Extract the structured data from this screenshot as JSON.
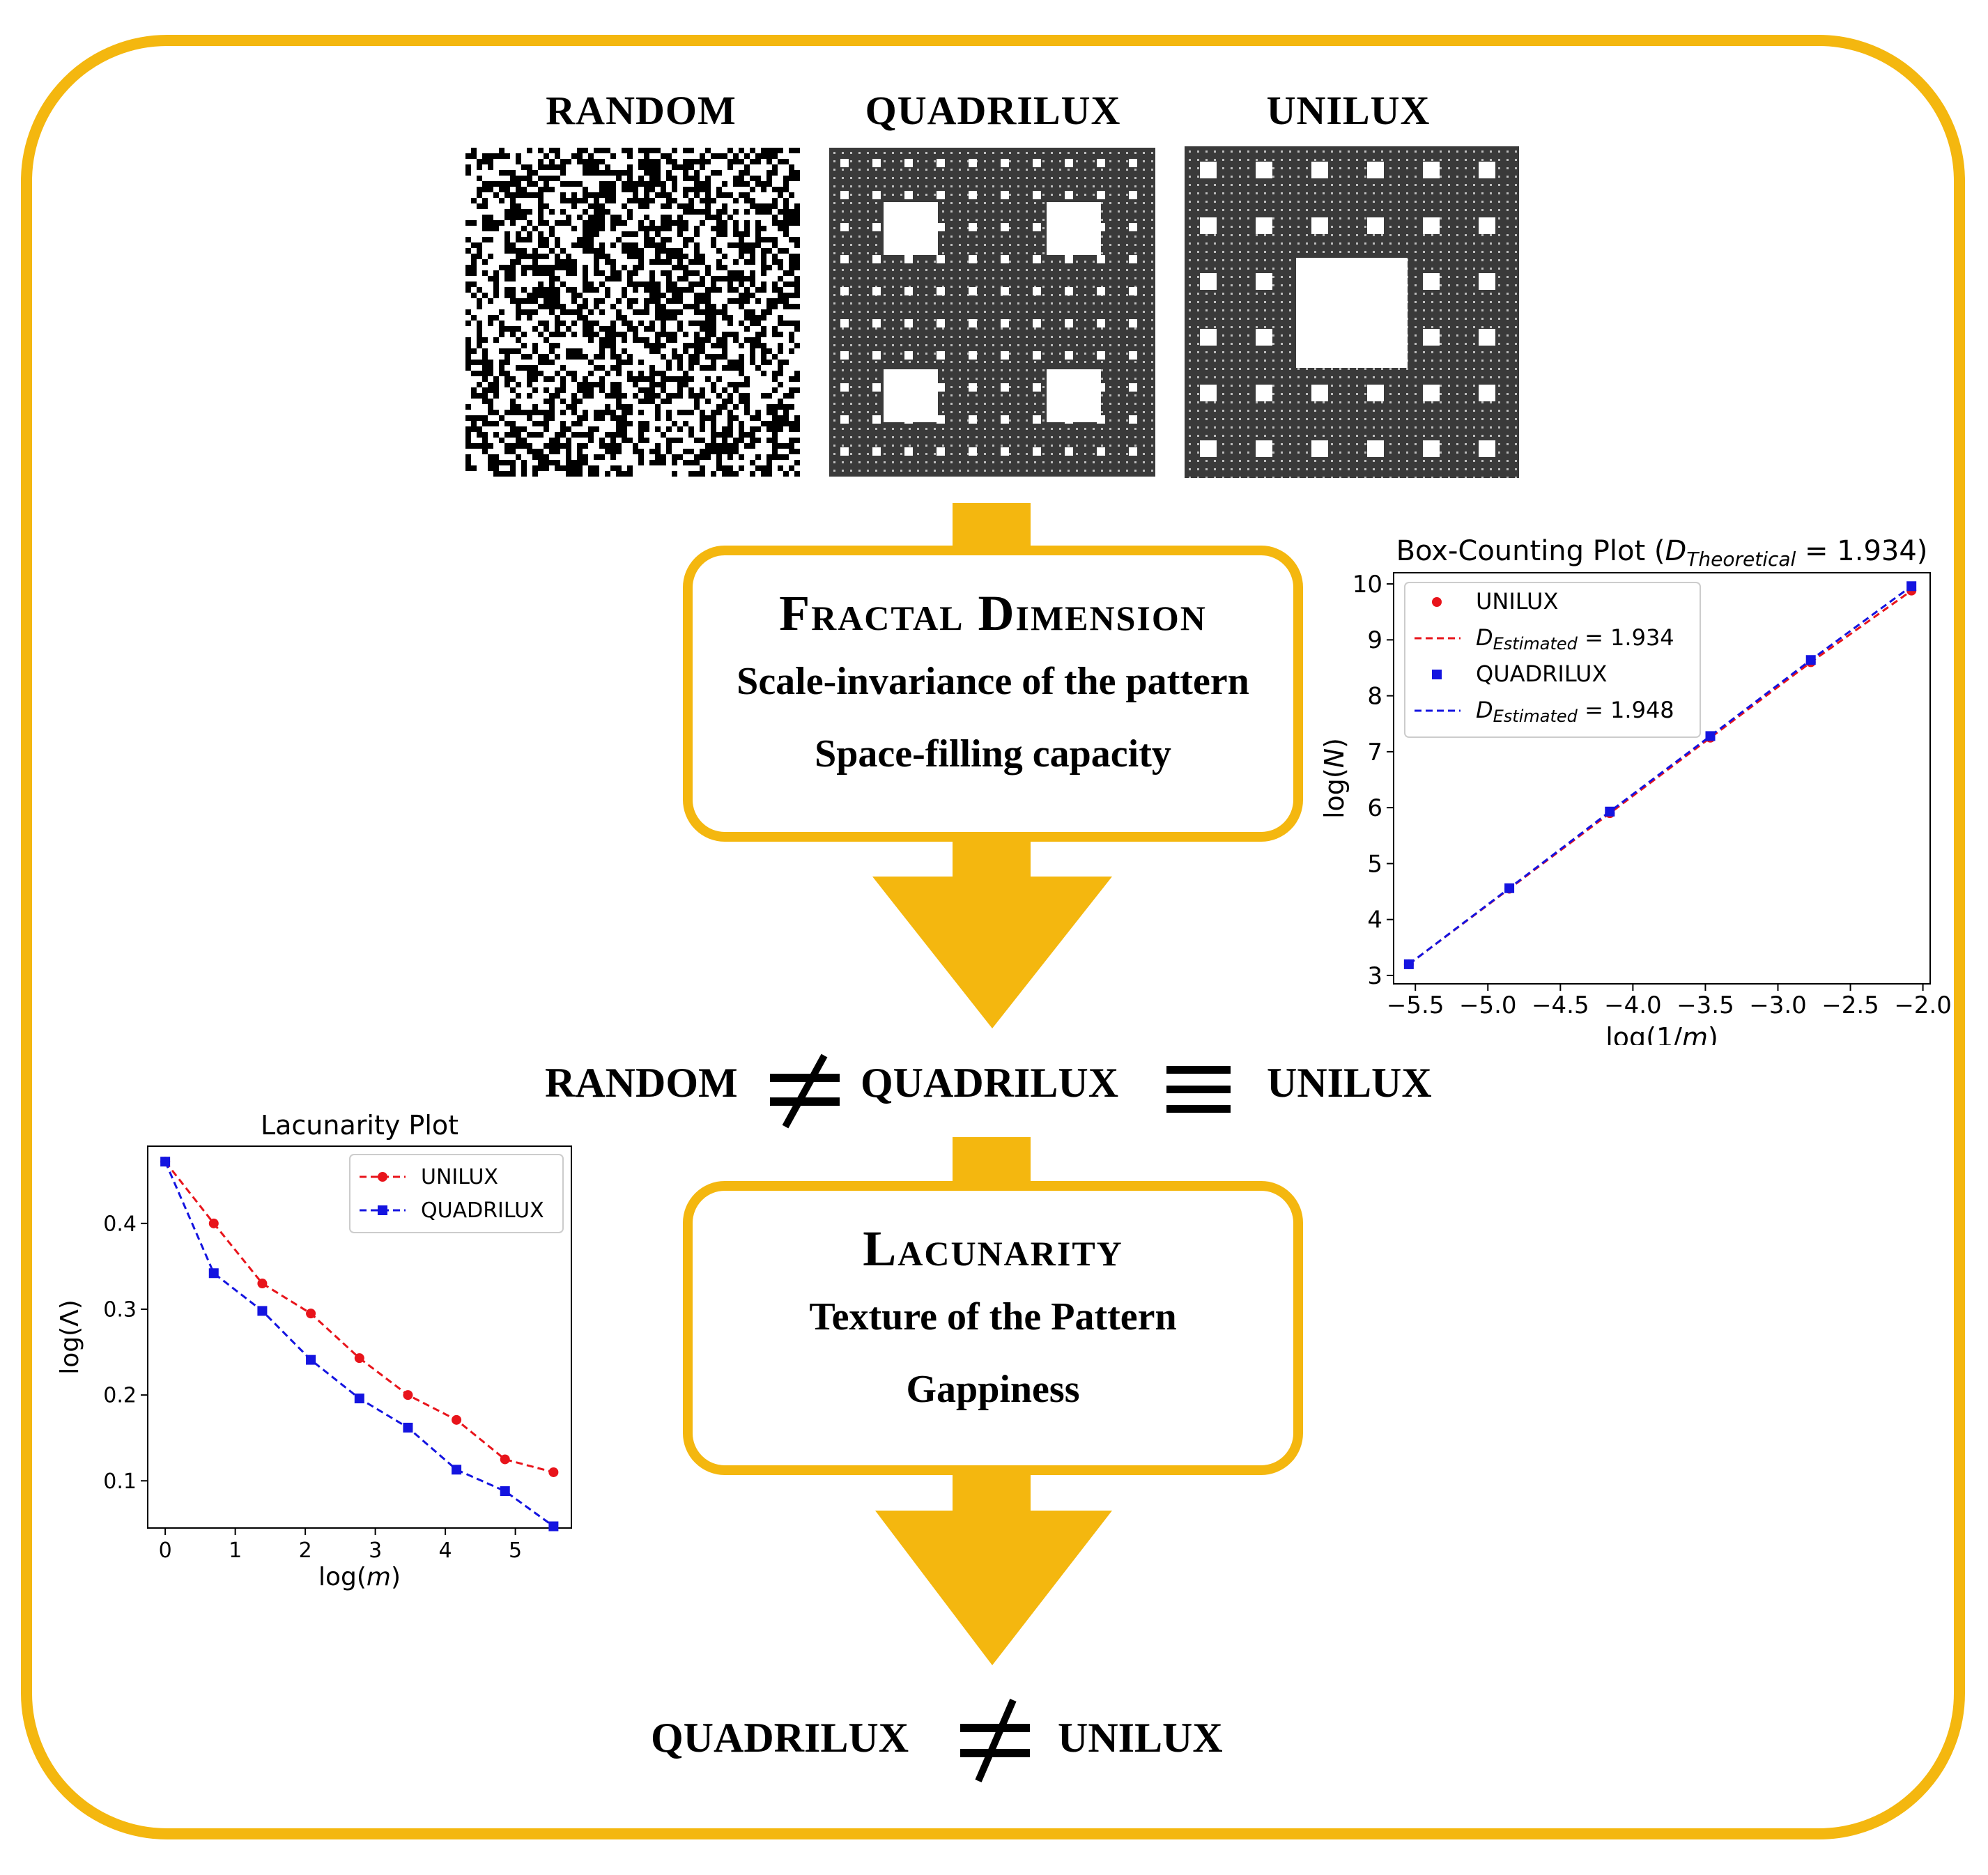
{
  "patterns": [
    {
      "id": "random",
      "title": "RANDOM"
    },
    {
      "id": "quadrilux",
      "title": "QUADRILUX"
    },
    {
      "id": "unilux",
      "title": "UNILUX"
    }
  ],
  "fractal_box": {
    "title": "Fractal Dimension",
    "lines": [
      "Scale-invariance of the pattern",
      "Space-filling capacity"
    ]
  },
  "lacunarity_box": {
    "title": "Lacunarity",
    "lines": [
      "Texture of the Pattern",
      "Gappiness"
    ]
  },
  "comparison1": {
    "left": "RANDOM",
    "middle": "QUADRILUX",
    "right": "UNILUX",
    "op1": "not-equal",
    "op2": "identical"
  },
  "comparison2": {
    "left": "QUADRILUX",
    "right": "UNILUX",
    "op": "not-equal"
  },
  "colors": {
    "accent": "#f4b70f",
    "unilux": "#e8141b",
    "quadrilux": "#1414e0"
  },
  "chart_data": [
    {
      "id": "box-counting",
      "type": "scatter",
      "title_prefix": "Box-Counting Plot (",
      "title_sym": "D",
      "title_sub": "Theoretical",
      "title_suffix": " = 1.934)",
      "xlabel_prefix": "log(1/",
      "xlabel_var": "m",
      "xlabel_suffix": ")",
      "ylabel_prefix": "log(",
      "ylabel_var": "N",
      "ylabel_suffix": ")",
      "xlim": [
        -5.65,
        -1.95
      ],
      "ylim": [
        2.85,
        10.2
      ],
      "xticks": [
        "-5.5",
        "-5.0",
        "-4.5",
        "-4.0",
        "-3.5",
        "-3.0",
        "-2.5",
        "-2.0"
      ],
      "xtick_values": [
        -5.5,
        -5.0,
        -4.5,
        -4.0,
        -3.5,
        -3.0,
        -2.5,
        -2.0
      ],
      "yticks": [
        "3",
        "4",
        "5",
        "6",
        "7",
        "8",
        "9",
        "10"
      ],
      "ytick_values": [
        3,
        4,
        5,
        6,
        7,
        8,
        9,
        10
      ],
      "x": [
        -5.545,
        -4.852,
        -4.159,
        -3.466,
        -2.773,
        -2.079
      ],
      "series": [
        {
          "name": "UNILUX",
          "fit_sym": "D",
          "fit_sub": "Estimated",
          "fit_value": " = 1.934",
          "marker": "circle",
          "values": [
            3.2,
            4.55,
            5.9,
            7.25,
            8.6,
            9.88
          ]
        },
        {
          "name": "QUADRILUX",
          "fit_sym": "D",
          "fit_sub": "Estimated",
          "fit_value": " = 1.948",
          "marker": "square",
          "values": [
            3.2,
            4.56,
            5.93,
            7.28,
            8.64,
            9.96
          ]
        }
      ],
      "legend": "top-left"
    },
    {
      "id": "lacunarity",
      "type": "line",
      "title": "Lacunarity Plot",
      "xlabel_prefix": "log(",
      "xlabel_var": "m",
      "xlabel_suffix": ")",
      "ylabel": "log(Λ)",
      "xlim": [
        -0.25,
        5.8
      ],
      "ylim": [
        0.045,
        0.49
      ],
      "xticks": [
        "0",
        "1",
        "2",
        "3",
        "4",
        "5"
      ],
      "xtick_values": [
        0,
        1,
        2,
        3,
        4,
        5
      ],
      "yticks": [
        "0.1",
        "0.2",
        "0.3",
        "0.4"
      ],
      "ytick_values": [
        0.1,
        0.2,
        0.3,
        0.4
      ],
      "x": [
        0,
        0.693,
        1.386,
        2.079,
        2.773,
        3.466,
        4.159,
        4.852,
        5.545
      ],
      "series": [
        {
          "name": "UNILUX",
          "marker": "circle",
          "values": [
            0.472,
            0.4,
            0.33,
            0.295,
            0.243,
            0.2,
            0.171,
            0.125,
            0.11
          ]
        },
        {
          "name": "QUADRILUX",
          "marker": "square",
          "values": [
            0.472,
            0.342,
            0.298,
            0.241,
            0.196,
            0.162,
            0.113,
            0.088,
            0.047
          ]
        }
      ],
      "legend": "top-right"
    }
  ]
}
